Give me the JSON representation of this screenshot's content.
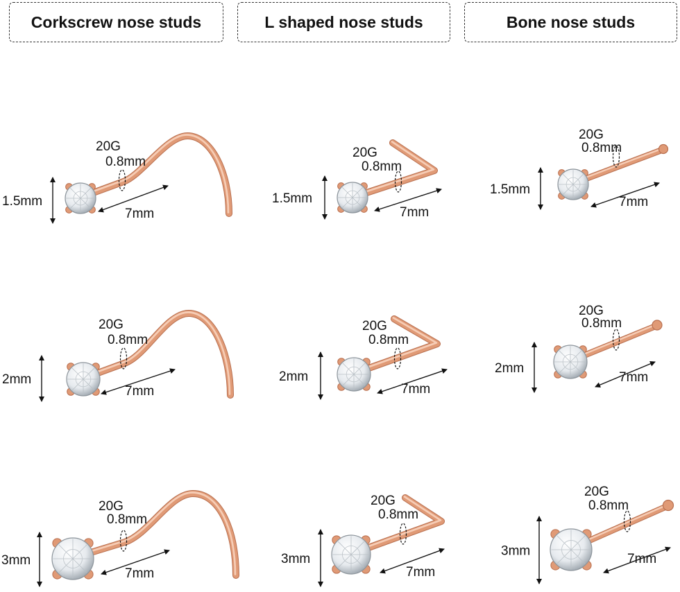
{
  "headers": [
    "Corkscrew nose studs",
    "L shaped nose studs",
    "Bone nose studs"
  ],
  "gauge": "20G",
  "wire": "0.8mm",
  "length": "7mm",
  "sizes": [
    "1.5mm",
    "2mm",
    "3mm"
  ],
  "colors": {
    "metal": "#e09a76",
    "metal_dark": "#b86f4f",
    "metal_light": "#f6cdb6",
    "gem": "#eef1f4",
    "ink": "#111111"
  }
}
